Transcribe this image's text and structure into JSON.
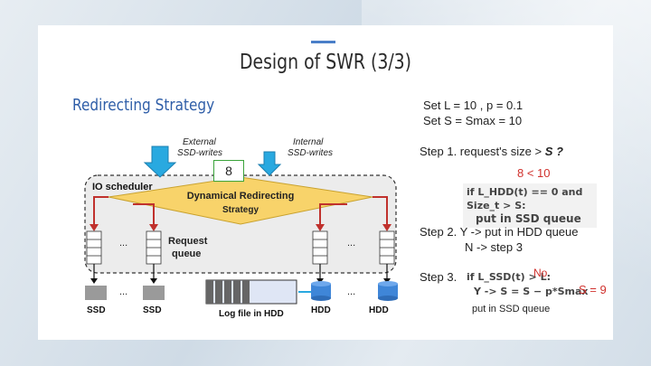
{
  "slide": {
    "title": "Design of SWR (3/3)",
    "subtitle": "Redirecting Strategy"
  },
  "right": {
    "set1": "Set  L = 10 , p = 0.1",
    "set2": "Set S = Smax = 10",
    "step1_prefix": "Step 1. request's size > ",
    "step1_var": "S ?",
    "step1_result": "8 < 10",
    "formula1_line1": "if L_HDD(t) == 0 and Size_t > S:",
    "formula1_line2": "put in SSD queue",
    "step2_line1": "Step 2.  Y -> put in HDD queue",
    "step2_line2": "N -> step 3",
    "step3_label": "Step 3.",
    "formula2_if": "if L_SSD(t) > L:",
    "no_label": "No",
    "formula2_y": "Y ->  S = S − p*Smax",
    "s_value": "S = 9",
    "put_ssd": "put in SSD queue"
  },
  "diagram": {
    "badge": "8",
    "external_label_1": "External",
    "external_label_2": "SSD-writes",
    "internal_label_1": "Internal",
    "internal_label_2": "SSD-writes",
    "io_scheduler": "IO scheduler",
    "redirect_1": "Dynamical Redirecting",
    "redirect_2": "Strategy",
    "request_1": "Request",
    "request_2": "queue",
    "dots": "...",
    "ssd1": "SSD",
    "ssd2": "SSD",
    "logfile": "Log file in HDD",
    "hdd1": "HDD",
    "hdd2": "HDD"
  },
  "colors": {
    "accent": "#4a7fc8",
    "subtitle": "#2f5ea8",
    "red": "#d0312d",
    "diamond": "#f8d36a",
    "arrow_blue": "#29a9e0",
    "hdd_blue": "#3f86d8",
    "ssd_gray": "#9a9a9a"
  }
}
